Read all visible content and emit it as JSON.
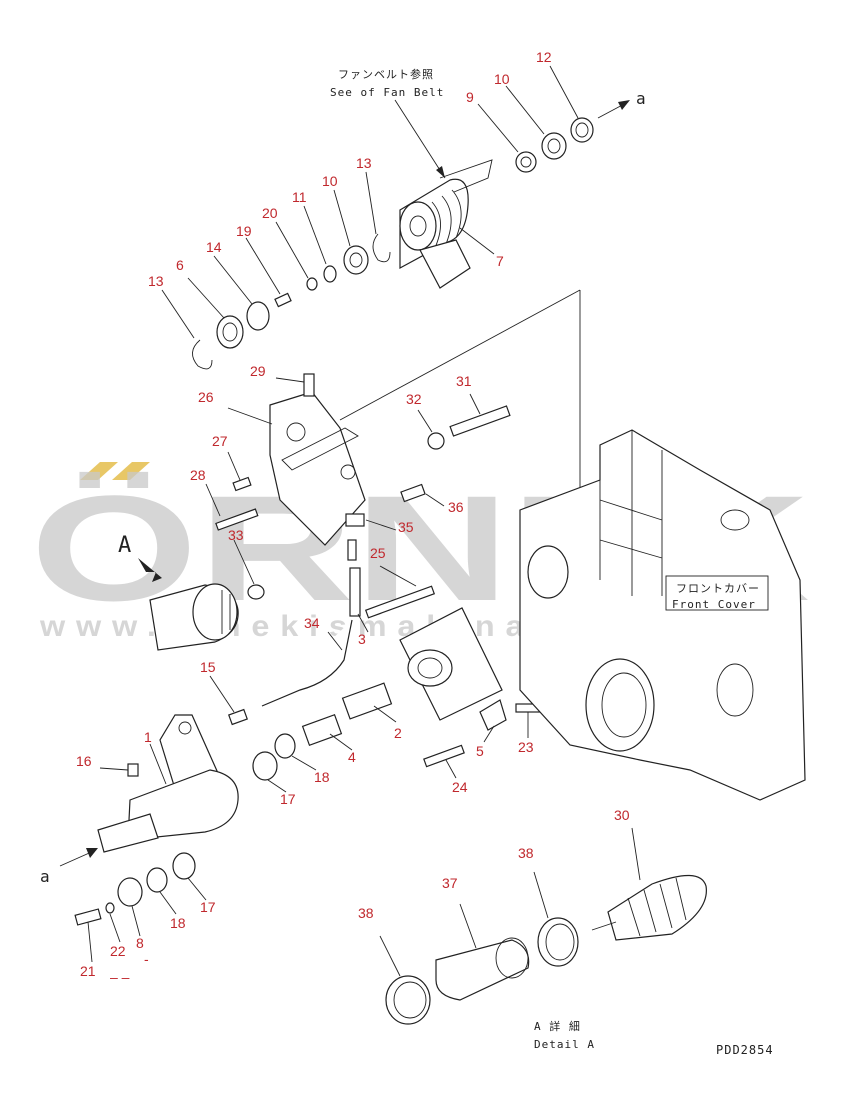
{
  "header_note": {
    "jp": "ファンベルト参照",
    "en": "See of Fan Belt"
  },
  "front_cover_label": {
    "jp": "フロントカバー",
    "en": "Front Cover"
  },
  "detail_label": {
    "jp": "A 詳 細",
    "en": "Detail A"
  },
  "view_marker": "A",
  "ref_marker": "a",
  "drawing_code": "PDD2854",
  "watermark": {
    "brand": "ÖRNEK",
    "url": "www.ornekismakinalari.com.tr",
    "dot_color": "#e8c766"
  },
  "callout_color": "#c0282d",
  "callouts": [
    "1",
    "2",
    "3",
    "4",
    "5",
    "6",
    "7",
    "8",
    "9",
    "10",
    "10",
    "11",
    "12",
    "13",
    "13",
    "14",
    "15",
    "16",
    "17",
    "17",
    "18",
    "18",
    "19",
    "20",
    "21",
    "22",
    "23",
    "24",
    "25",
    "26",
    "27",
    "28",
    "29",
    "30",
    "31",
    "32",
    "33",
    "34",
    "35",
    "36",
    "37",
    "38",
    "38"
  ]
}
